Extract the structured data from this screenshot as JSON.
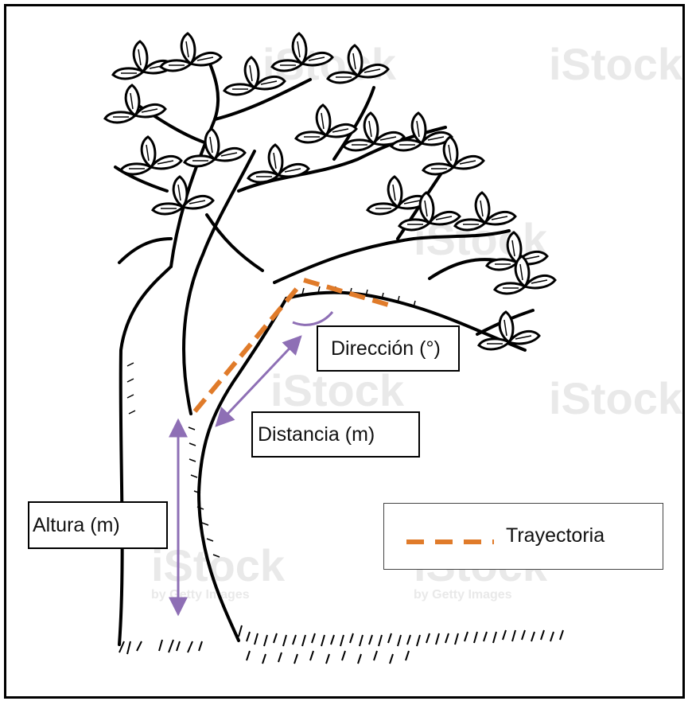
{
  "labels": {
    "direction": "Dirección (°)",
    "distance": "Distancia (m)",
    "height": "Altura (m)"
  },
  "legend": {
    "trajectory": "Trayectoria"
  },
  "watermark": {
    "brand": "iStock",
    "sub": "by Getty Images"
  },
  "colors": {
    "trajectory": "#e07b2a",
    "arrows": "#8e6fb5",
    "ink": "#000000"
  }
}
